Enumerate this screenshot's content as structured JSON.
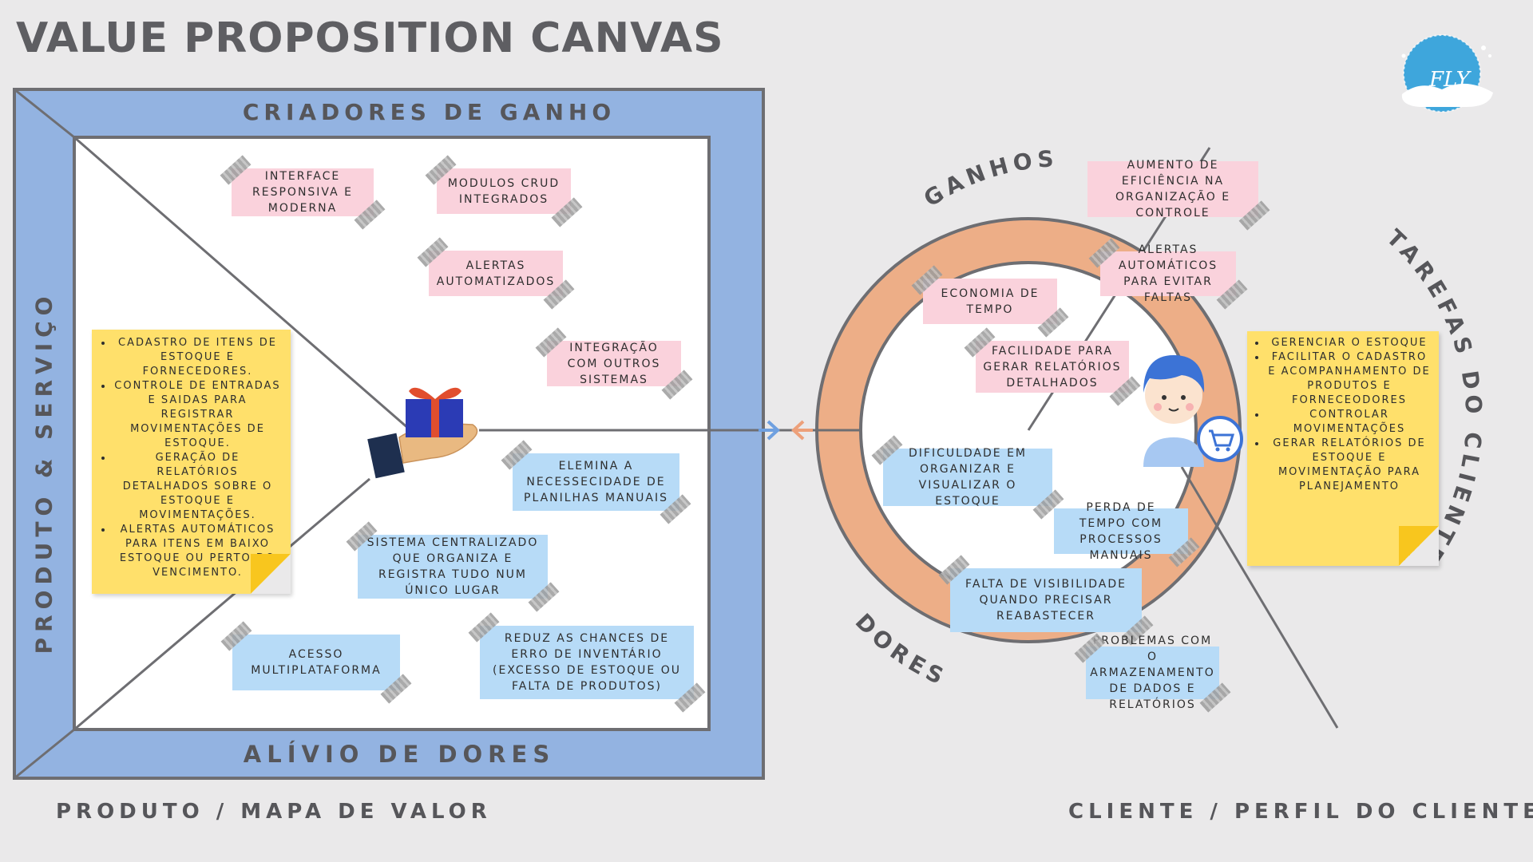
{
  "title": "VALUE PROPOSITION CANVAS",
  "logo": {
    "icon": "fly-logo-icon",
    "text": "FLY"
  },
  "product": {
    "gain_creators_label": "CRIADORES DE GANHO",
    "pain_relievers_label": "ALÍVIO DE DORES",
    "products_services_label": "PRODUTO & SERVIÇO",
    "footer": "PRODUTO / MAPA DE VALOR",
    "gain_creators": [
      "INTERFACE RESPONSIVA E MODERNA",
      "MODULOS CRUD INTEGRADOS",
      "ALERTAS AUTOMATIZADOS",
      "INTEGRAÇÃO COM OUTROS SISTEMAS"
    ],
    "pain_relievers": [
      "ELEMINA A NECESSECIDADE DE PLANILHAS MANUAIS",
      "SISTEMA CENTRALIZADO QUE ORGANIZA E REGISTRA TUDO NUM ÚNICO LUGAR",
      "ACESSO MULTIPLATAFORMA",
      "REDUZ AS CHANCES DE ERRO DE INVENTÁRIO (EXCESSO DE ESTOQUE OU FALTA DE PRODUTOS)"
    ],
    "products_services": [
      "CADASTRO DE ITENS DE ESTOQUE E FORNECEDORES.",
      "CONTROLE DE ENTRADAS E SAIDAS PARA REGISTRAR MOVIMENTAÇÕES DE ESTOQUE.",
      "GERAÇÃO DE RELATÓRIOS DETALHADOS SOBRE O ESTOQUE E MOVIMENTAÇÕES.",
      "ALERTAS AUTOMÁTICOS PARA ITENS EM BAIXO ESTOQUE OU PERTO DO VENCIMENTO."
    ]
  },
  "customer": {
    "gains_label": "GANHOS",
    "pains_label": "DORES",
    "jobs_label": "TAREFAS DO CLIENTE",
    "footer": "CLIENTE / PERFIL DO CLIENTE",
    "gains": [
      "AUMENTO DE EFICIÊNCIA NA ORGANIZAÇÃO E CONTROLE",
      "ALERTAS AUTOMÁTICOS PARA EVITAR FALTAS",
      "ECONOMIA DE TEMPO",
      "FACILIDADE PARA GERAR RELATÓRIOS DETALHADOS"
    ],
    "pains": [
      "DIFICULDADE EM ORGANIZAR E VISUALIZAR O ESTOQUE",
      "PERDA DE TEMPO COM PROCESSOS MANUAIS",
      "FALTA DE VISIBILIDADE QUANDO PRECISAR REABASTECER",
      "PROBLEMAS COM O ARMAZENAMENTO DE DADOS E RELATÓRIOS"
    ],
    "jobs": [
      "GERENCIAR O ESTOQUE",
      "FACILITAR O CADASTRO E ACOMPANHAMENTO DE PRODUTOS E FORNECEODORES",
      "CONTROLAR MOVIMENTAÇÕES",
      "GERAR RELATÓRIOS DE ESTOQUE E MOVIMENTAÇÃO PARA PLANEJAMENTO"
    ]
  },
  "icons": {
    "gift": "gift-hand-icon",
    "customer": "customer-avatar-icon",
    "cart": "shopping-cart-icon",
    "arrows": "fit-arrows-icon"
  },
  "colors": {
    "square_frame": "#93B3E1",
    "circle_ring": "#EDAE87",
    "pink_note": "#FAD2DC",
    "blue_note": "#B7DBF7",
    "yellow_note": "#FFE06B"
  }
}
